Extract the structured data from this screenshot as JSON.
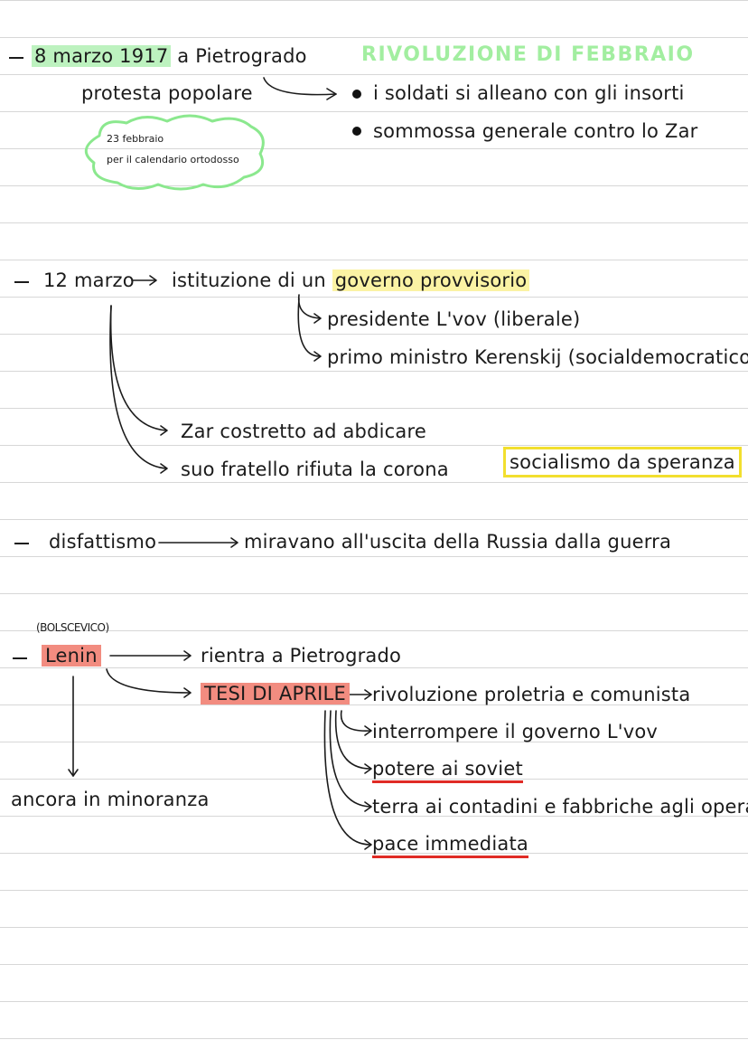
{
  "title": "RIVOLUZIONE DI FEBBRAIO",
  "s1": {
    "date": "8 marzo 1917",
    "place": "a Pietrogrado",
    "protest": "protesta popolare",
    "cloud_line1": "23 febbraio",
    "cloud_line2": "per il calendario ortodosso",
    "bullet1": "i soldati si alleano con gli insorti",
    "bullet2": "sommossa generale contro lo Zar"
  },
  "s2": {
    "date": "12 marzo",
    "text": "istituzione di un",
    "gov": "governo provvisorio",
    "pres": "presidente L'vov  (liberale)",
    "pm": "primo ministro Kerenskij  (socialdemocratico)",
    "zar": "Zar costretto ad abdicare",
    "brother": "suo fratello rifiuta la corona",
    "box": "socialismo da speranza"
  },
  "s3": {
    "term": "disfattismo",
    "text": "miravano all'uscita della Russia dalla guerra"
  },
  "s4": {
    "party": "(BOLSCEVICO)",
    "name": "Lenin",
    "return": "rientra a Pietrogrado",
    "tesi": "TESI DI APRILE",
    "p1": "rivoluzione proletria e comunista",
    "p2": "interrompere il governo L'vov",
    "p3": "potere ai soviet",
    "p4": "terra ai contadini e fabbriche agli operai",
    "p5": "pace immediata",
    "minority": "ancora in minoranza"
  }
}
